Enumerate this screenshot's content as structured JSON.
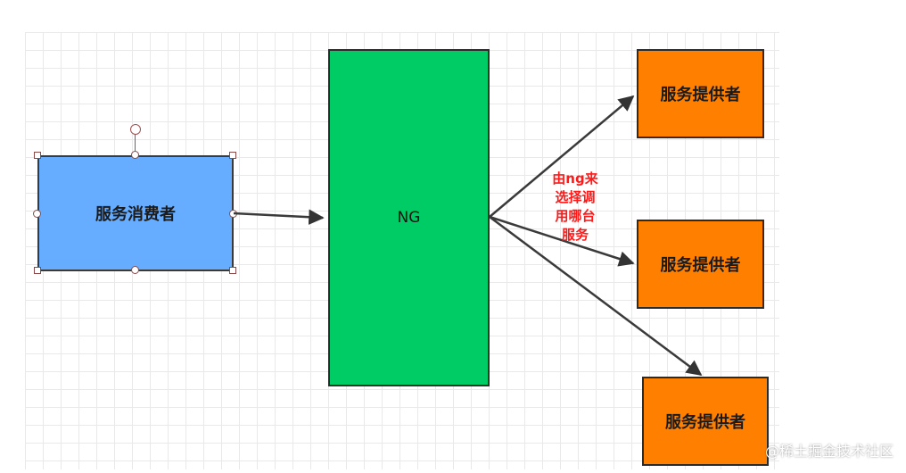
{
  "nodes": {
    "consumer": {
      "label": "服务消费者",
      "color": "#66adff"
    },
    "ng": {
      "label": "NG",
      "color": "#00cc66"
    },
    "providers": [
      {
        "label": "服务提供者",
        "color": "#ff8000"
      },
      {
        "label": "服务提供者",
        "color": "#ff8000"
      },
      {
        "label": "服务提供者",
        "color": "#ff8000"
      }
    ]
  },
  "annotation": {
    "lines": [
      "由ng来",
      "选择调",
      "用哪台",
      "服务"
    ],
    "color": "#ff1a1a"
  },
  "edges": [
    {
      "from": "consumer",
      "to": "ng"
    },
    {
      "from": "ng",
      "to": "providers.0"
    },
    {
      "from": "ng",
      "to": "providers.1"
    },
    {
      "from": "ng",
      "to": "providers.2"
    }
  ],
  "watermark": "@稀土掘金技术社区"
}
